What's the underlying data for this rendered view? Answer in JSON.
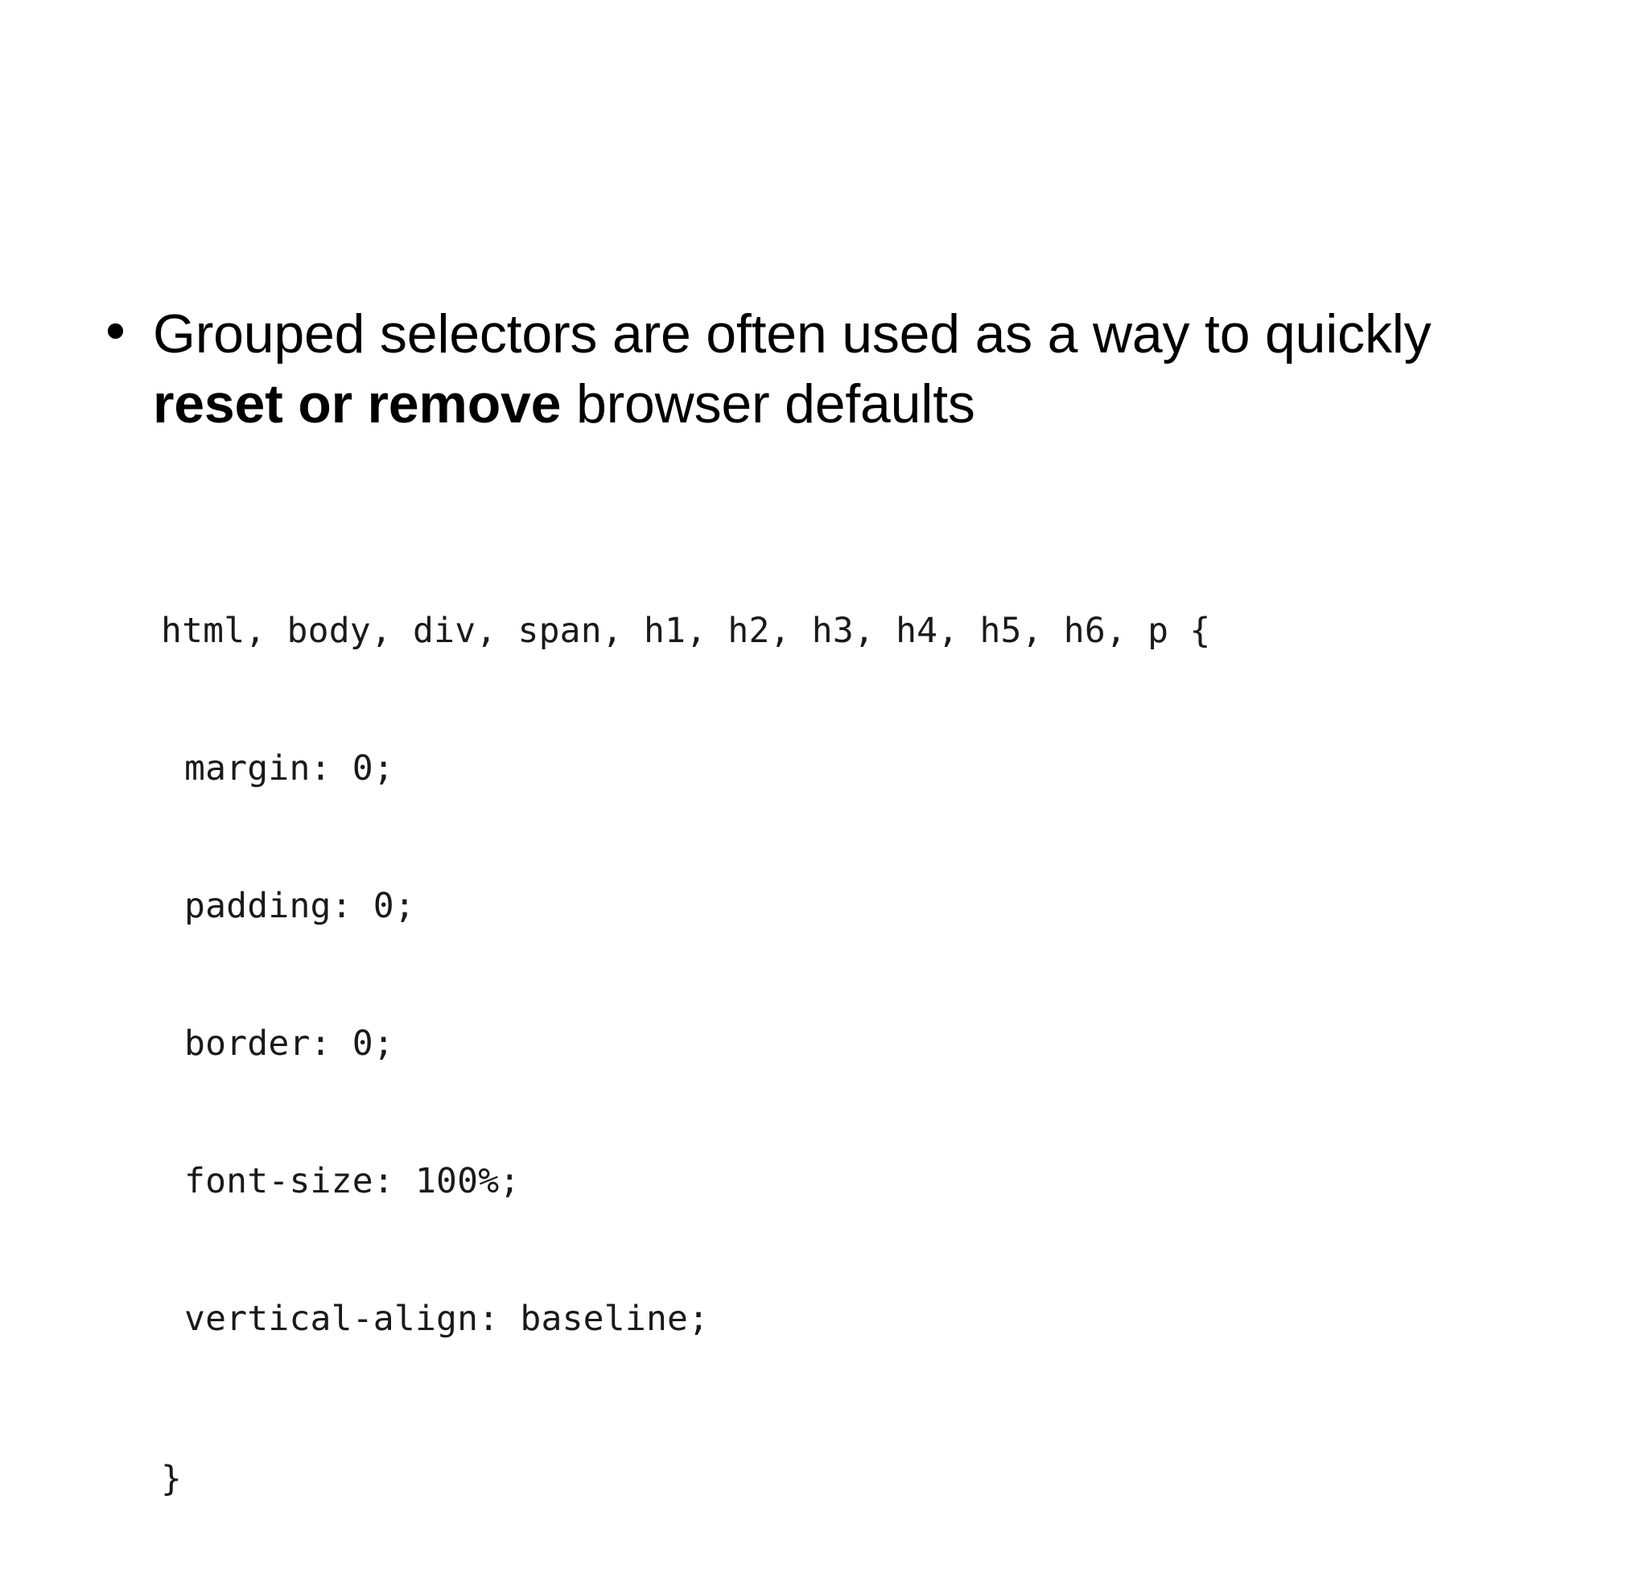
{
  "slide": {
    "background_color": "#ffffff",
    "text_color": "#000000",
    "code_color": "#1a1a1a"
  },
  "bullet": {
    "marker": "•",
    "line1_prefix": "Grouped selectors are often used as a way to quickly ",
    "bold_phrase": "reset or remove",
    "line1_suffix": " browser defaults",
    "full_text": "Grouped selectors are often used as a way to quickly reset or remove browser defaults"
  },
  "code": {
    "language": "css",
    "lines": [
      "html, body, div, span, h1, h2, h3, h4, h5, h6, p {",
      "  margin: 0;",
      "  padding: 0;",
      "  border: 0;",
      "  font-size: 100%;",
      "  vertical-align: baseline;",
      "}"
    ],
    "line_0": "html, body, div, span, h1, h2, h3, h4, h5, h6, p {",
    "line_1": "margin: 0;",
    "line_2": "padding: 0;",
    "line_3": "border: 0;",
    "line_4": "font-size: 100%;",
    "line_5": "vertical-align: baseline;",
    "line_6": "}"
  }
}
